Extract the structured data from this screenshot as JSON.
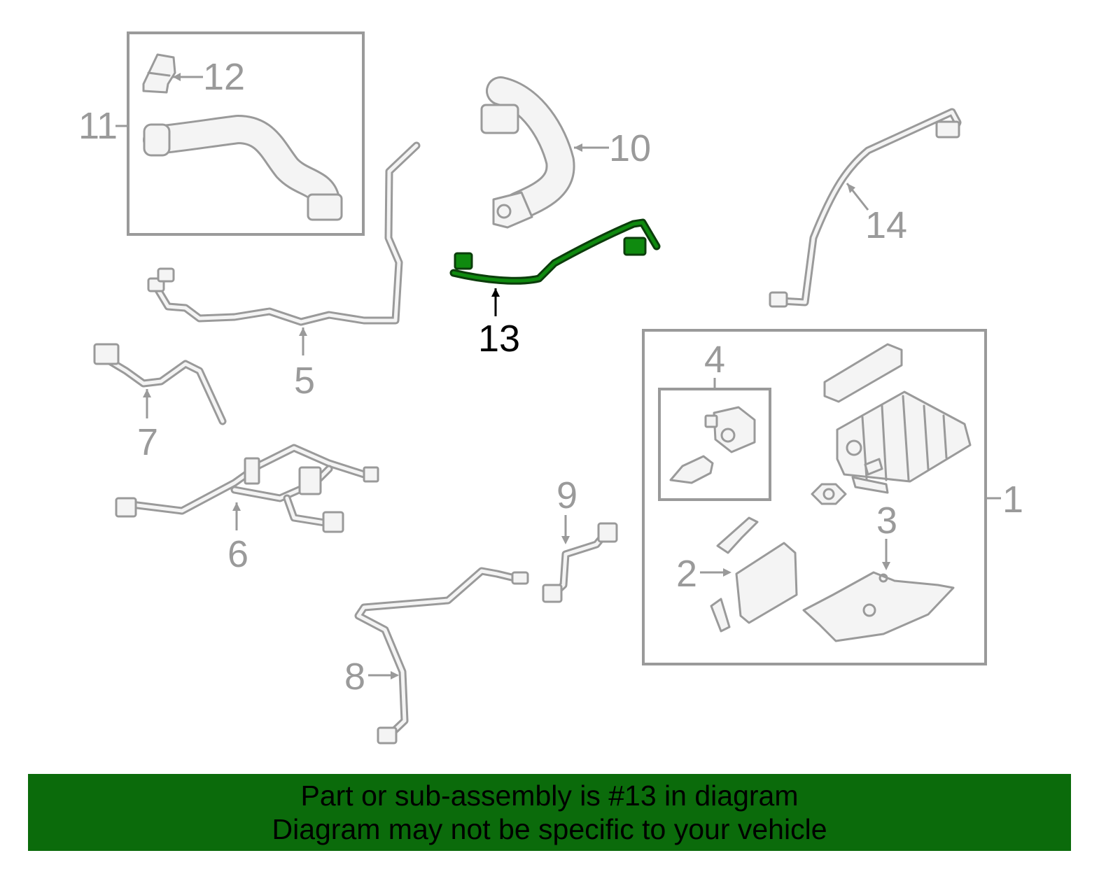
{
  "callouts": {
    "c1": "1",
    "c2": "2",
    "c3": "3",
    "c4": "4",
    "c5": "5",
    "c6": "6",
    "c7": "7",
    "c8": "8",
    "c9": "9",
    "c10": "10",
    "c11": "11",
    "c12": "12",
    "c13": "13",
    "c14": "14"
  },
  "highlight": {
    "part": "13",
    "color": "#0f8a0f",
    "banner_color": "#0b6b0b"
  },
  "banner": {
    "line1": "Part or sub-assembly is #13 in diagram",
    "line2": "Diagram may not be specific to your vehicle"
  }
}
